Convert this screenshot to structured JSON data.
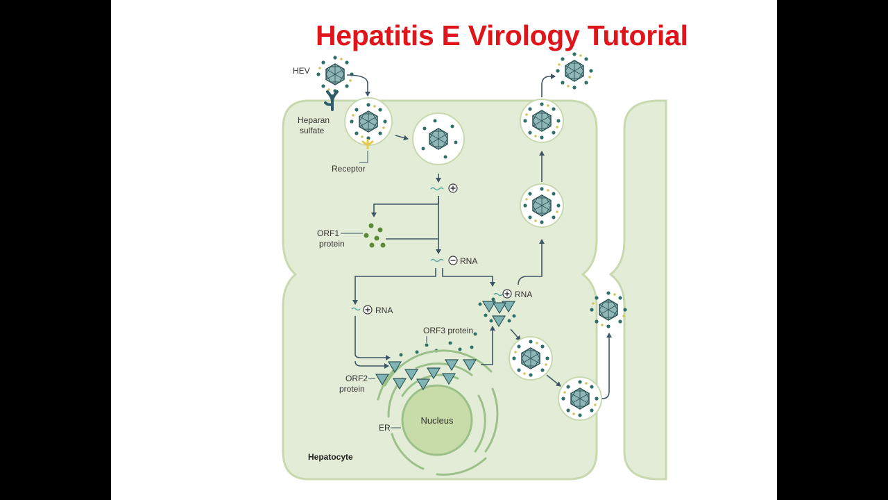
{
  "title": "Hepatitis E Virology Tutorial",
  "labels": {
    "hev": "HEV",
    "heparan_sulfate_line1": "Heparan",
    "heparan_sulfate_line2": "sulfate",
    "receptor": "Receptor",
    "orf1_line1": "ORF1",
    "orf1_line2": "protein",
    "neg_rna": "RNA",
    "pos_rna_left": "RNA",
    "pos_rna_right": "RNA",
    "orf3": "ORF3 protein",
    "orf2_line1": "ORF2",
    "orf2_line2": "protein",
    "er": "ER",
    "nucleus": "Nucleus",
    "hepatocyte": "Hepatocyte"
  },
  "colors": {
    "title": "#e0141b",
    "cell_fill": "#e3ecd6",
    "cell_stroke": "#c8d9b0",
    "arrow": "#3d5566",
    "capsid": "#8fb7b8",
    "dot": "#2f6f6a",
    "triangle": "#7fb3b4",
    "orf1_dot": "#5d8a3a",
    "receptor": "#e8c94a"
  }
}
